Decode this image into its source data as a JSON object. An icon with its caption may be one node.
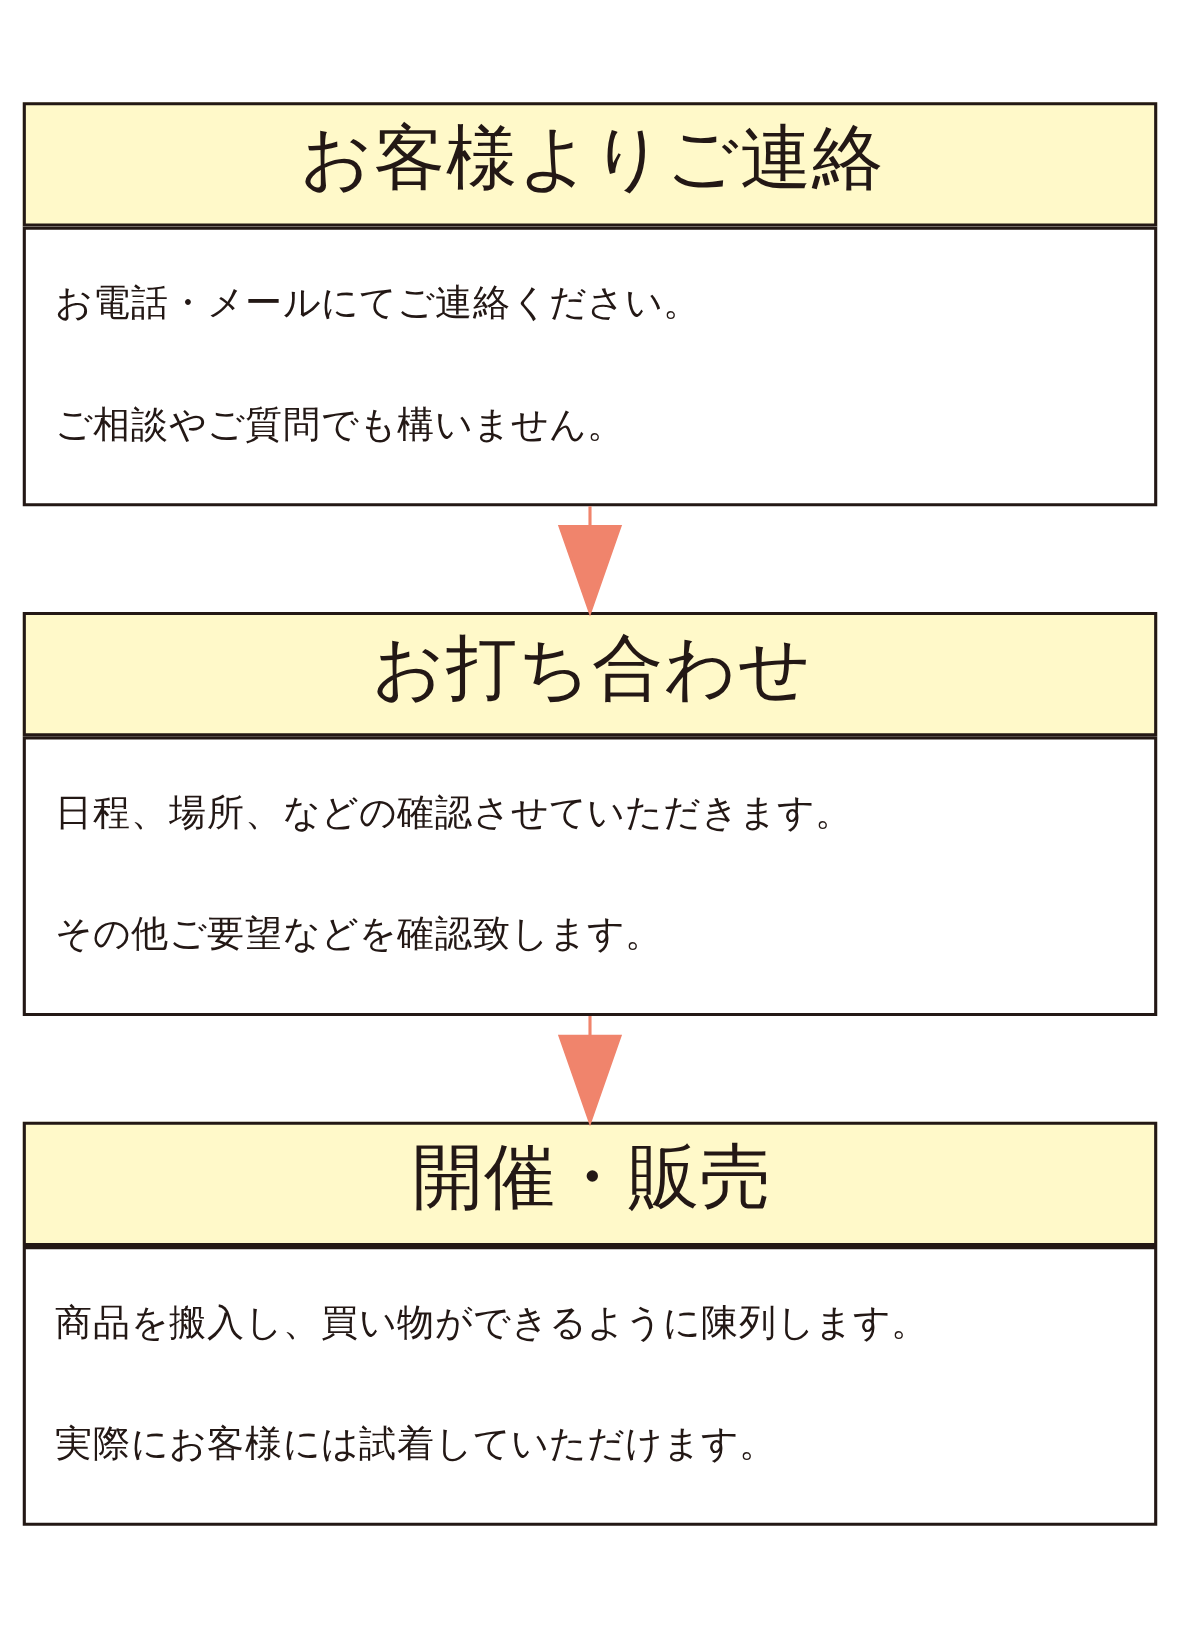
{
  "diagram": {
    "nodes": [
      {
        "text": [
          "お客様よりご連絡",
          "お電話・メールにてご連絡ください。",
          "ご相談やご質問でも構いません。"
        ]
      },
      {
        "text": [
          "お打ち合わせ",
          "日程、場所、などの確認させていただきます。",
          "その他ご要望などを確認致します。"
        ]
      },
      {
        "text": [
          "開催・販売",
          "商品を搬入し、買い物ができるように陳列します。",
          "実際にお客様には試着していただけます。"
        ]
      }
    ],
    "edges": [
      {
        "from": 0,
        "to": 1,
        "arrow": "to"
      },
      {
        "from": 1,
        "to": 2,
        "arrow": "to"
      }
    ]
  }
}
